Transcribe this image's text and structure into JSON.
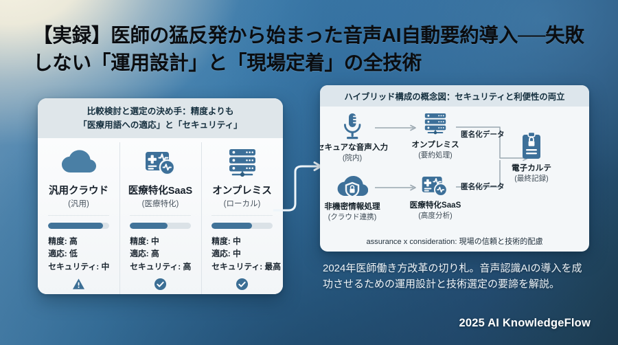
{
  "background": {
    "accent": "#336f9f",
    "light": "#f7f3e4",
    "dark": "#1d3c52"
  },
  "title": {
    "line1": "【実録】医師の猛反発から始まった音声AI自動要約導入──失敗",
    "line2": "しない「運用設計」と「現場定着」の全技術"
  },
  "left_card": {
    "header_line1": "比較検討と選定の決め手：精度よりも",
    "header_line2": "「医療用語への適応」と「セキュリティ」",
    "columns": [
      {
        "icon": "cloud-icon",
        "title": "汎用クラウド",
        "subtitle": "(汎用)",
        "bar_percent": 90,
        "metrics": [
          "精度: 高",
          "適応: 低",
          "セキュリティ: 中"
        ],
        "badge": "warning-icon"
      },
      {
        "icon": "medical-saas-icon",
        "title": "医療特化SaaS",
        "subtitle": "(医療特化)",
        "bar_percent": 62,
        "metrics": [
          "精度: 中",
          "適応: 高",
          "セキュリティ: 高"
        ],
        "badge": "check-icon"
      },
      {
        "icon": "server-rack-icon",
        "title": "オンプレミス",
        "subtitle": "(ローカル)",
        "bar_percent": 66,
        "metrics": [
          "精度: 中",
          "適応: 中",
          "セキュリティ: 最高"
        ],
        "badge": "check-icon"
      }
    ]
  },
  "right_card": {
    "header": "ハイブリッド構成の概念図：セキュリティと利便性の両立",
    "nodes": [
      {
        "icon": "microphone-icon",
        "label": "セキュアな音声入力",
        "sub": "(院内)"
      },
      {
        "icon": "server-rack-icon",
        "label": "オンプレミス",
        "sub": "(要約処理)"
      },
      {
        "icon": "cloud-lock-icon",
        "label": "非機密情報処理",
        "sub": "(クラウド連携)"
      },
      {
        "icon": "medical-saas-icon",
        "label": "医療特化SaaS",
        "sub": "(高度分析)"
      },
      {
        "icon": "clipboard-lock-icon",
        "label": "電子カルテ",
        "sub": "(最終記録)"
      }
    ],
    "flow_labels": [
      "匿名化データ",
      "匿名化データ"
    ],
    "footnote": "assurance x consideration: 現場の信頼と技術的配慮"
  },
  "blurb": {
    "line1": "2024年医師働き方改革の切り札。音声認識AIの導入を成",
    "line2": "功させるための運用設計と技術選定の要諦を解説。"
  },
  "footer": "2025 AI KnowledgeFlow"
}
